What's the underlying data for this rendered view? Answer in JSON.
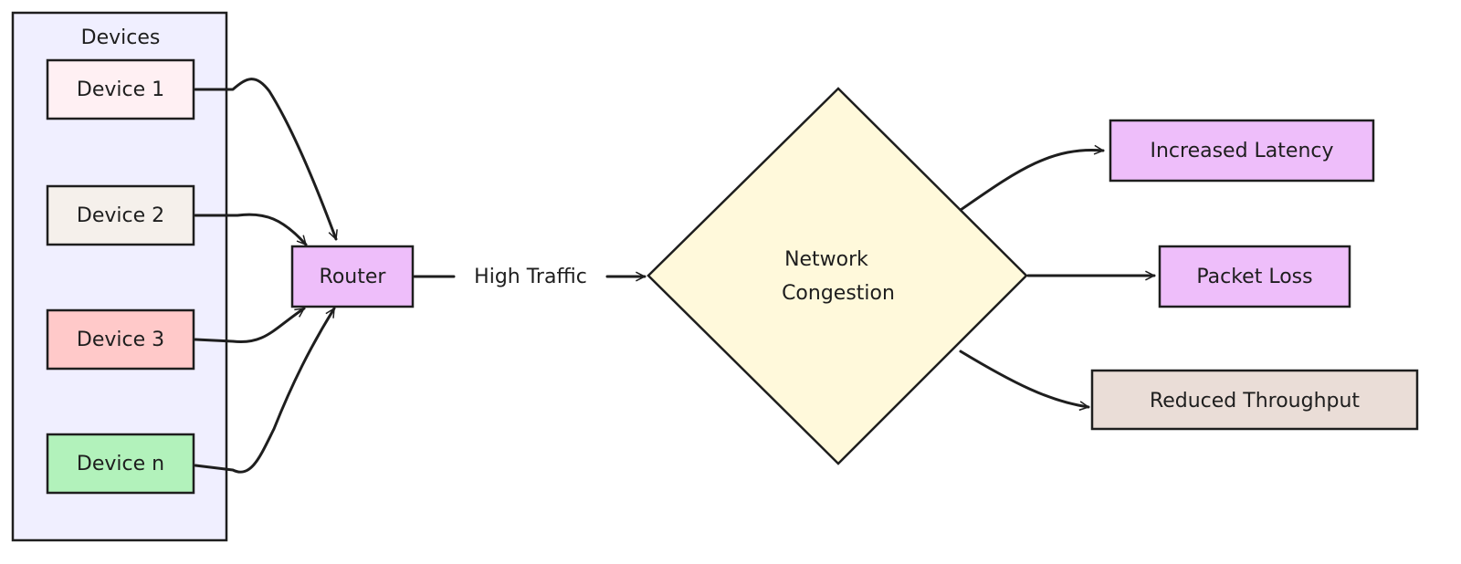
{
  "group": {
    "label": "Devices"
  },
  "devices": [
    {
      "label": "Device 1",
      "color": "#fff0f3"
    },
    {
      "label": "Device 2",
      "color": "#f5f0eb"
    },
    {
      "label": "Device 3",
      "color": "#ffc9c9"
    },
    {
      "label": "Device n",
      "color": "#b2f2bb"
    }
  ],
  "router": {
    "label": "Router",
    "color": "#eebefa"
  },
  "edge_label": "High Traffic",
  "decision": {
    "line1": "Network",
    "line2": "Congestion",
    "color": "#fff9db"
  },
  "outcomes": [
    {
      "label": "Increased Latency",
      "color": "#eebefa"
    },
    {
      "label": "Packet Loss",
      "color": "#eebefa"
    },
    {
      "label": "Reduced Throughput",
      "color": "#eaddd7"
    }
  ],
  "colors": {
    "group_fill": "#f0efff",
    "stroke": "#1e1e1e"
  }
}
